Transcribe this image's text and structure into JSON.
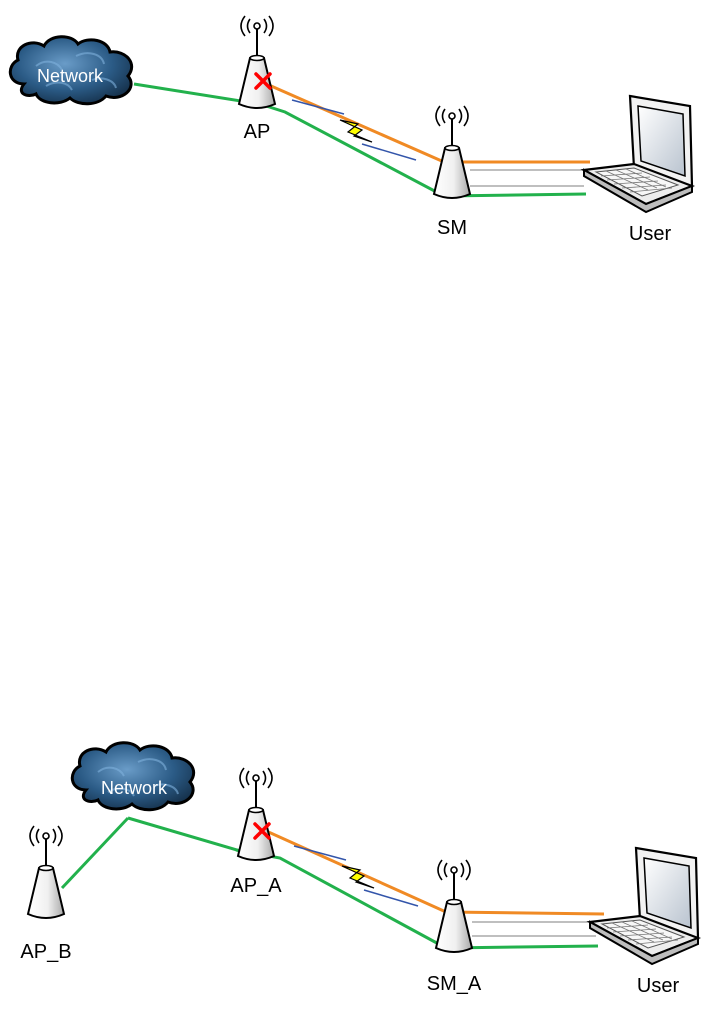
{
  "colors": {
    "green_link": "#22b14c",
    "orange_link": "#f08a24",
    "x_mark": "#ff0000",
    "cloud": "#2b5b86",
    "bolt": "#ffff00"
  },
  "diagram_top": {
    "cloud_label": "Network",
    "ap_label": "AP",
    "sm_label": "SM",
    "user_label": "User"
  },
  "diagram_bottom": {
    "cloud_label": "Network",
    "ap_a_label": "AP_A",
    "ap_b_label": "AP_B",
    "sm_label": "SM_A",
    "user_label": "User"
  }
}
